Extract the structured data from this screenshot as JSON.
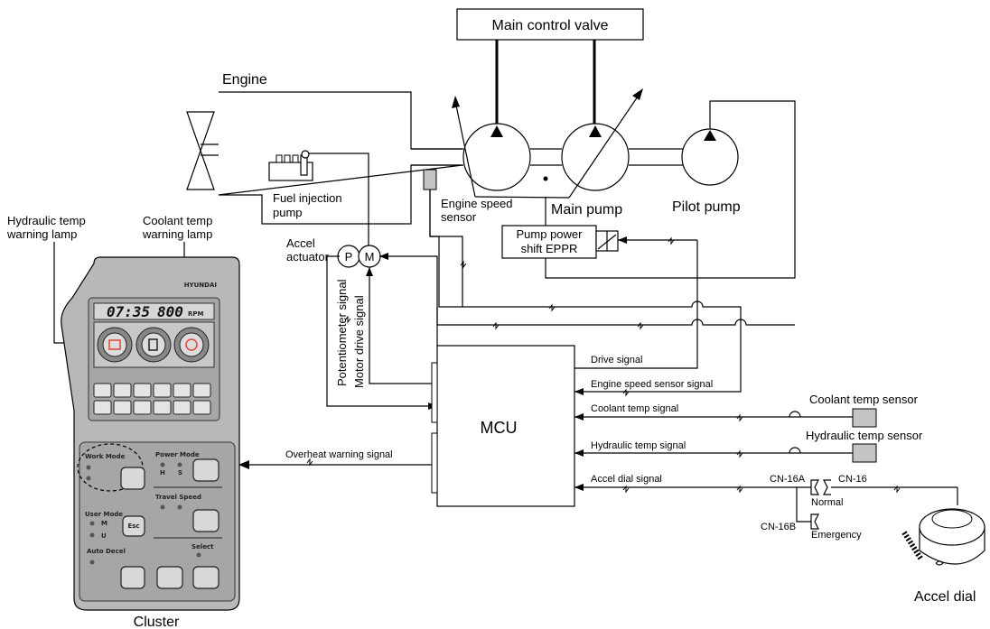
{
  "labels": {
    "main_control_valve": "Main control valve",
    "engine": "Engine",
    "fuel_injection_pump_1": "Fuel injection",
    "fuel_injection_pump_2": "pump",
    "engine_speed_sensor_1": "Engine speed",
    "engine_speed_sensor_2": "sensor",
    "main_pump": "Main pump",
    "pilot_pump": "Pilot pump",
    "pump_power_shift_1": "Pump power",
    "pump_power_shift_2": "shift EPPR",
    "accel_actuator_1": "Accel",
    "accel_actuator_2": "actuator",
    "actuator_p": "P",
    "actuator_m": "M",
    "hydraulic_lamp_1": "Hydraulic temp",
    "hydraulic_lamp_2": "warning lamp",
    "coolant_lamp_1": "Coolant temp",
    "coolant_lamp_2": "warning lamp",
    "potentiometer_signal": "Potentiometer signal",
    "motor_drive_signal": "Motor drive signal",
    "mcu": "MCU",
    "drive_signal": "Drive signal",
    "engine_speed_sensor_signal": "Engine speed sensor signal",
    "coolant_temp_signal": "Coolant temp signal",
    "hydraulic_temp_signal": "Hydraulic temp signal",
    "accel_dial_signal": "Accel dial signal",
    "overheat_warning_signal": "Overheat warning signal",
    "coolant_temp_sensor": "Coolant temp sensor",
    "hydraulic_temp_sensor": "Hydraulic temp sensor",
    "cn16a": "CN-16A",
    "cn16": "CN-16",
    "normal": "Normal",
    "cn16b": "CN-16B",
    "emergency": "Emergency",
    "accel_dial": "Accel dial",
    "cluster": "Cluster"
  },
  "cluster": {
    "brand": "HYUNDAI",
    "clock": "07:35",
    "rpm": "800",
    "rpm_unit": "RPM",
    "work_mode": "Work Mode",
    "power_mode": "Power Mode",
    "power_h": "H",
    "power_s": "S",
    "travel_speed": "Travel Speed",
    "user_mode": "User Mode",
    "user_m": "M",
    "user_u": "U",
    "esc": "Esc",
    "auto_decel": "Auto Decel",
    "select": "Select"
  },
  "colors": {
    "cluster_body": "#b8b8b8",
    "cluster_panel": "#a6a6a6",
    "warning_red": "#e0443a",
    "sensor_fill": "#c4c4c4"
  }
}
